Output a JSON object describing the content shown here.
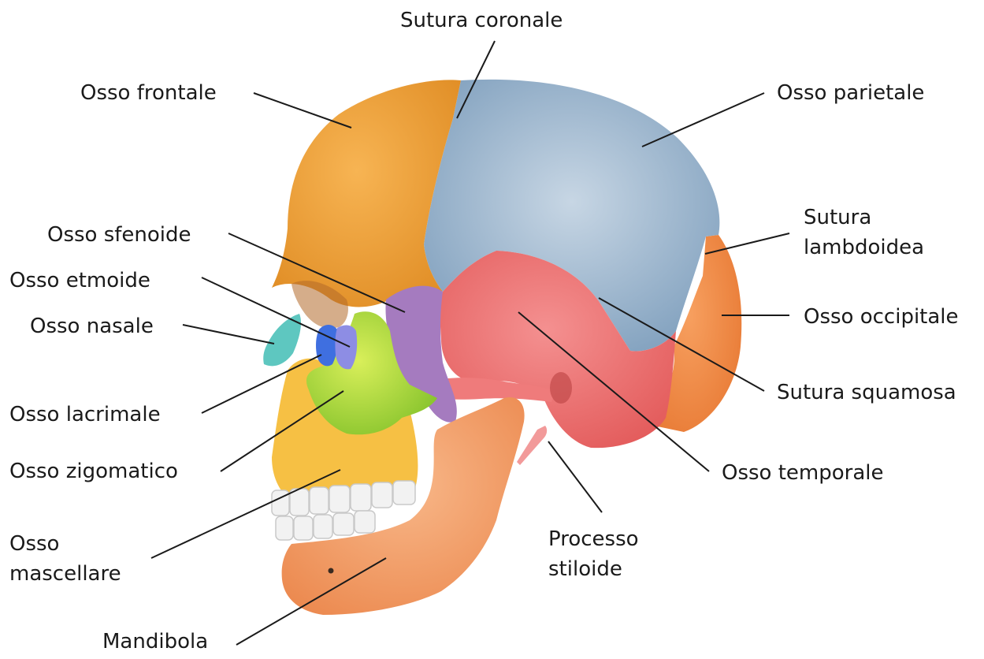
{
  "colors": {
    "frontal": "#f2a23c",
    "parietal": "#9fbad3",
    "temporal": "#ef6f6f",
    "occipital": "#f28b3f",
    "sphenoid": "#a57bbf",
    "zygomatic": "#a4d63a",
    "maxilla": "#f6c044",
    "mandible": "#f4a06a",
    "nasal": "#5ec7c0",
    "ethmoid": "#3f6fe0",
    "lacrimal": "#8d8de4",
    "teeth": "#f2f2f2",
    "leader_line": "#1a1a1a"
  },
  "labels": {
    "sutura_coronale": "Sutura coronale",
    "osso_frontale": "Osso frontale",
    "osso_parietale": "Osso parietale",
    "sutura_lambdoidea_1": "Sutura",
    "sutura_lambdoidea_2": "lambdoidea",
    "osso_sfenoide": "Osso sfenoide",
    "osso_etmoide": "Osso etmoide",
    "osso_nasale": "Osso nasale",
    "osso_occipitale": "Osso occipitale",
    "sutura_squamosa": "Sutura squamosa",
    "osso_lacrimale": "Osso lacrimale",
    "osso_zigomatico": "Osso zigomatico",
    "osso_temporale": "Osso temporale",
    "osso_mascellare_1": "Osso",
    "osso_mascellare_2": "mascellare",
    "processo_stiloide_1": "Processo",
    "processo_stiloide_2": "stiloide",
    "mandibola": "Mandibola"
  }
}
